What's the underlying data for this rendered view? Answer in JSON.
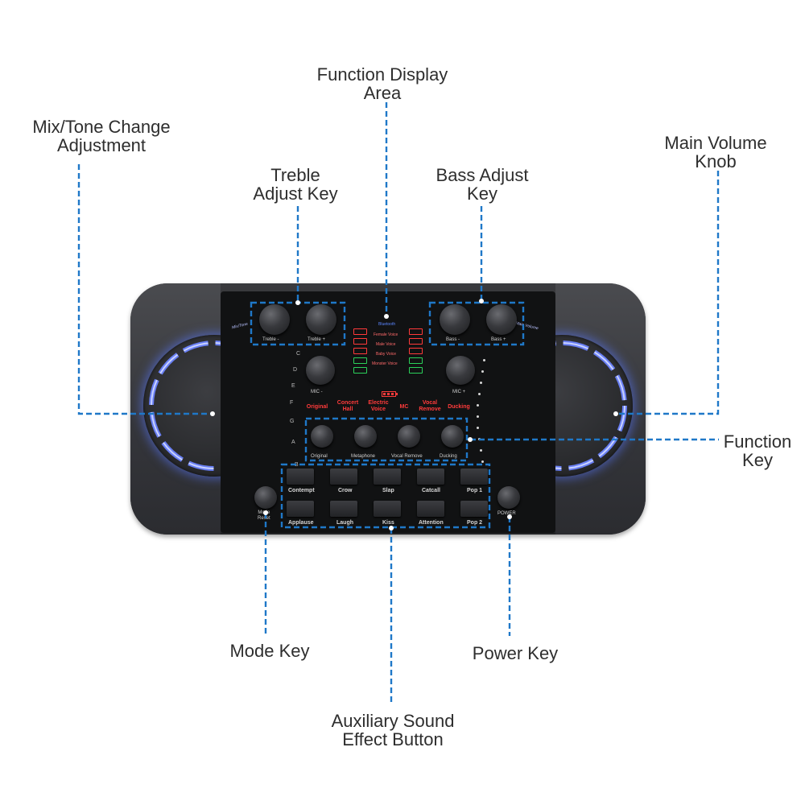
{
  "callouts": {
    "function_display": [
      "Function Display",
      "Area"
    ],
    "mix_tone": [
      "Mix/Tone Change",
      "Adjustment"
    ],
    "treble": [
      "Treble",
      "Adjust Key"
    ],
    "bass": [
      "Bass Adjust",
      "Key"
    ],
    "main_volume": [
      "Main Volume",
      "Knob"
    ],
    "function_key": [
      "Function",
      "Key"
    ],
    "mode_key": [
      "Mode Key"
    ],
    "power_key": [
      "Power Key"
    ],
    "auxiliary": [
      "Auxiliary Sound",
      "Effect Button"
    ]
  },
  "device": {
    "left_mode_label": "Mix/Tone",
    "right_mode_label": "Main Volume",
    "bluetooth": "Bluetooth",
    "voice_modes": [
      "Female Voice",
      "Male Voice",
      "Baby Voice",
      "Monster Voice"
    ],
    "knob_labels": {
      "treble": "Treble -",
      "treble_plus": "Treble +",
      "bass": "Bass -",
      "bass_plus": "Bass +",
      "mic_minus": "MIC -",
      "mic_plus": "MIC +"
    },
    "side_letters": [
      "C",
      "D",
      "E",
      "F",
      "G",
      "A",
      "B"
    ],
    "mode_row": [
      [
        "Original"
      ],
      [
        "Concert",
        "Hall"
      ],
      [
        "Electric",
        "Voice"
      ],
      [
        "MC"
      ],
      [
        "Vocal",
        "Remove"
      ],
      [
        "Ducking"
      ]
    ],
    "function_keys": [
      "Original",
      "Metaphone",
      "Vocal Remove",
      "Ducking"
    ],
    "effect_top": [
      "Contempt",
      "Crow",
      "Slap",
      "Catcall",
      "Pop 1"
    ],
    "effect_bottom": [
      "Applause",
      "Laugh",
      "Kiss",
      "Attention",
      "Pop 2"
    ],
    "mode_button": [
      "Mode",
      "Reset"
    ],
    "power_button": "POWER",
    "colors": {
      "ring_glow": "#4f6bff",
      "led_red": "#ff3a3a",
      "led_green": "#2bd15a",
      "body": "#2f3033"
    }
  }
}
